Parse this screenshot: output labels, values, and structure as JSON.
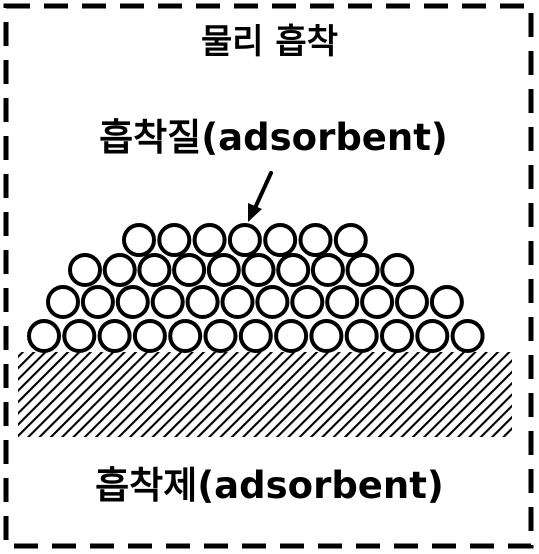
{
  "figure": {
    "title": "물리 흡착",
    "adsorbate_label": "흡착질(adsorbent)",
    "adsorbent_label": "흡착제(adsorbent)"
  },
  "style": {
    "ink": "#000000",
    "background": "#ffffff",
    "particle_fill": "#ffffff"
  }
}
